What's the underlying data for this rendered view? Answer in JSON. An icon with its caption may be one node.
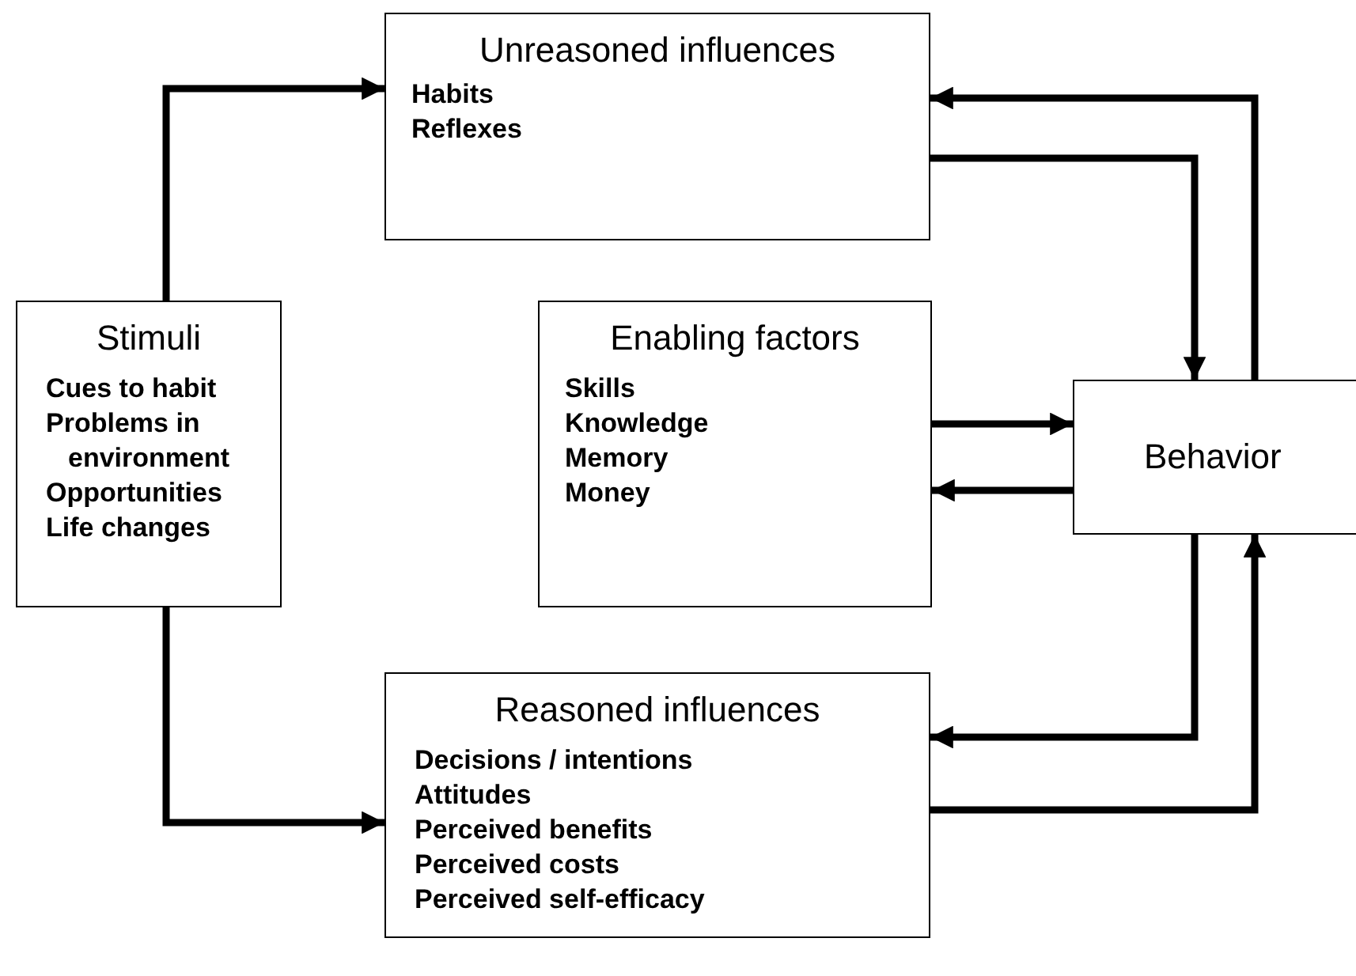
{
  "diagram": {
    "nodes": [
      {
        "text": [
          "Stimuli",
          "Cues to habit",
          "Problems in environment",
          "Opportunities",
          "Life changes"
        ]
      },
      {
        "text": [
          "Unreasoned influences",
          "Habits",
          "Reflexes"
        ]
      },
      {
        "text": [
          "Enabling factors",
          "Skills",
          "Knowledge",
          "Memory",
          "Money"
        ]
      },
      {
        "text": [
          "Behavior"
        ]
      },
      {
        "text": [
          "Reasoned influences",
          "Decisions / intentions",
          "Attitudes",
          "Perceived benefits",
          "Perceived costs",
          "Perceived self-efficacy"
        ]
      }
    ],
    "edges": [
      {
        "from": 0,
        "to": 1,
        "arrow": "to"
      },
      {
        "from": 0,
        "to": 4,
        "arrow": "to"
      },
      {
        "from": 1,
        "to": 3,
        "arrow": "to"
      },
      {
        "from": 3,
        "to": 1,
        "arrow": "to"
      },
      {
        "from": 2,
        "to": 3,
        "arrow": "to"
      },
      {
        "from": 3,
        "to": 2,
        "arrow": "to"
      },
      {
        "from": 3,
        "to": 4,
        "arrow": "to"
      },
      {
        "from": 4,
        "to": 3,
        "arrow": "to"
      }
    ]
  }
}
